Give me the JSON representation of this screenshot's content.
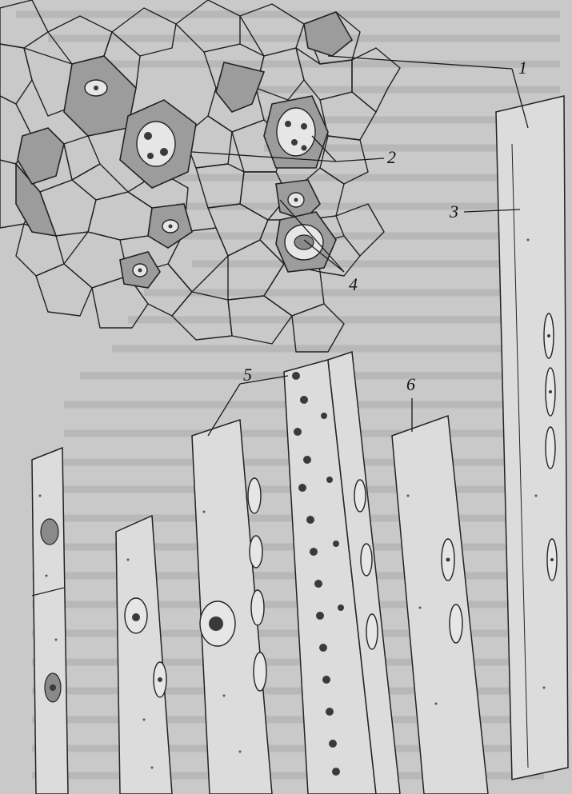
{
  "figure": {
    "callout_labels": [
      "1",
      "2",
      "3",
      "4",
      "5",
      "6"
    ]
  },
  "colors": {
    "background": "#c9c9c9",
    "ink": "#222222",
    "shade": "#9c9c9c"
  }
}
